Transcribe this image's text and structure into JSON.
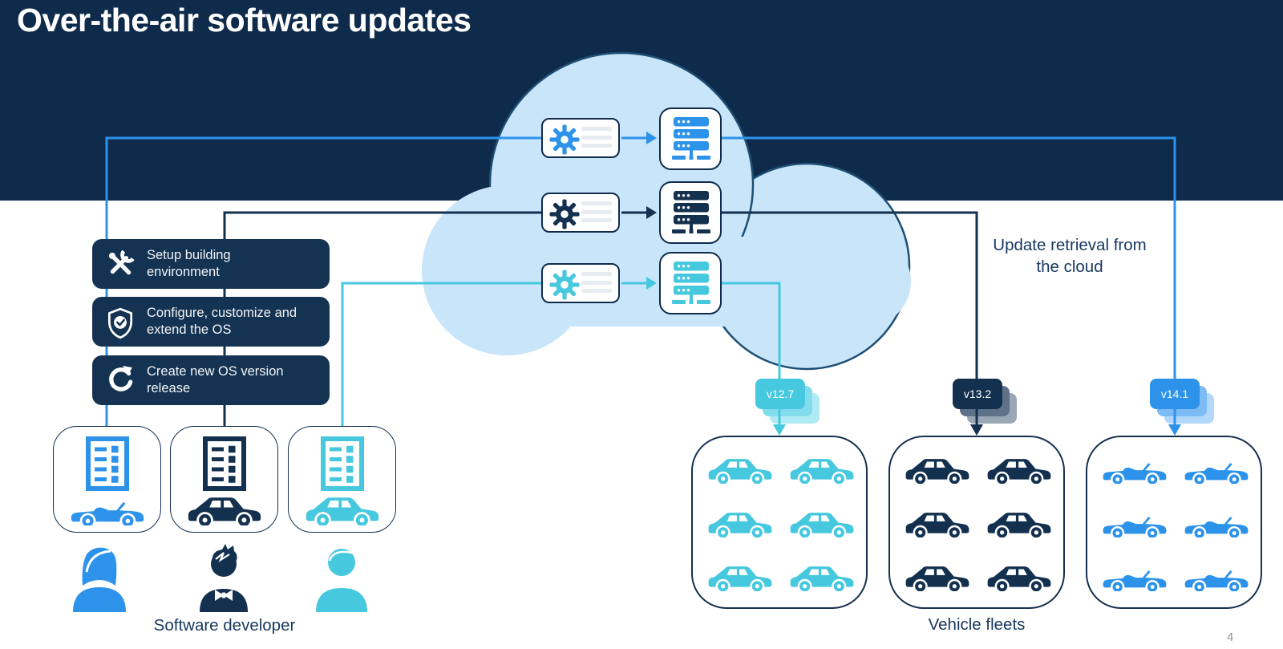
{
  "slide": {
    "title": "Over-the-air software updates",
    "page_number": "4"
  },
  "colors": {
    "header_navy": "#0f2b4c",
    "navy": "#14304f",
    "blue": "#2d93ea",
    "cyan": "#46c8de",
    "cloud_blue": "#c9e5f9",
    "cloud_outline": "#1d4e74",
    "label_navy": "#17375e"
  },
  "tasks": {
    "items": [
      {
        "icon": "tools-icon",
        "label": "Setup building\nenvironment"
      },
      {
        "icon": "shield-check-icon",
        "label": "Configure, customize and\nextend the OS"
      },
      {
        "icon": "refresh-icon",
        "label": "Create new OS version\nrelease"
      }
    ]
  },
  "pipeline_rows": [
    {
      "color": "#2d93ea",
      "icons": [
        "gear-icon",
        "server-rack-icon"
      ]
    },
    {
      "color": "#14304f",
      "icons": [
        "gear-icon",
        "server-rack-icon"
      ]
    },
    {
      "color": "#46c8de",
      "icons": [
        "gear-icon",
        "server-rack-icon"
      ]
    }
  ],
  "developer_builds": [
    {
      "doc_icon": "checklist-icon",
      "car_icon": "convertible-icon",
      "color": "#2d93ea"
    },
    {
      "doc_icon": "checklist-icon",
      "car_icon": "sedan-icon",
      "color": "#14304f"
    },
    {
      "doc_icon": "checklist-icon",
      "car_icon": "sedan-icon",
      "color": "#46c8de"
    }
  ],
  "developers": {
    "label": "Software developer",
    "personas": [
      "woman-developer-icon",
      "man-developer-icon",
      "developer-icon"
    ]
  },
  "cloud_note": "Update retrieval from\nthe cloud",
  "versions": [
    {
      "label": "v12.7",
      "color": "#46c8de",
      "shadow1": "#82dcec",
      "shadow2": "#b0eaf4"
    },
    {
      "label": "v13.2",
      "color": "#14304f",
      "shadow1": "#5d7289",
      "shadow2": "#9aa7b5"
    },
    {
      "label": "v14.1",
      "color": "#2d93ea",
      "shadow1": "#7cbbf4",
      "shadow2": "#b1d8fa"
    }
  ],
  "fleets": {
    "label": "Vehicle fleets",
    "groups": [
      {
        "car_icon": "sedan-icon",
        "color": "#46c8de",
        "count": 6
      },
      {
        "car_icon": "sedan-icon",
        "color": "#14304f",
        "count": 6
      },
      {
        "car_icon": "convertible-icon",
        "color": "#2d93ea",
        "count": 6
      }
    ]
  }
}
